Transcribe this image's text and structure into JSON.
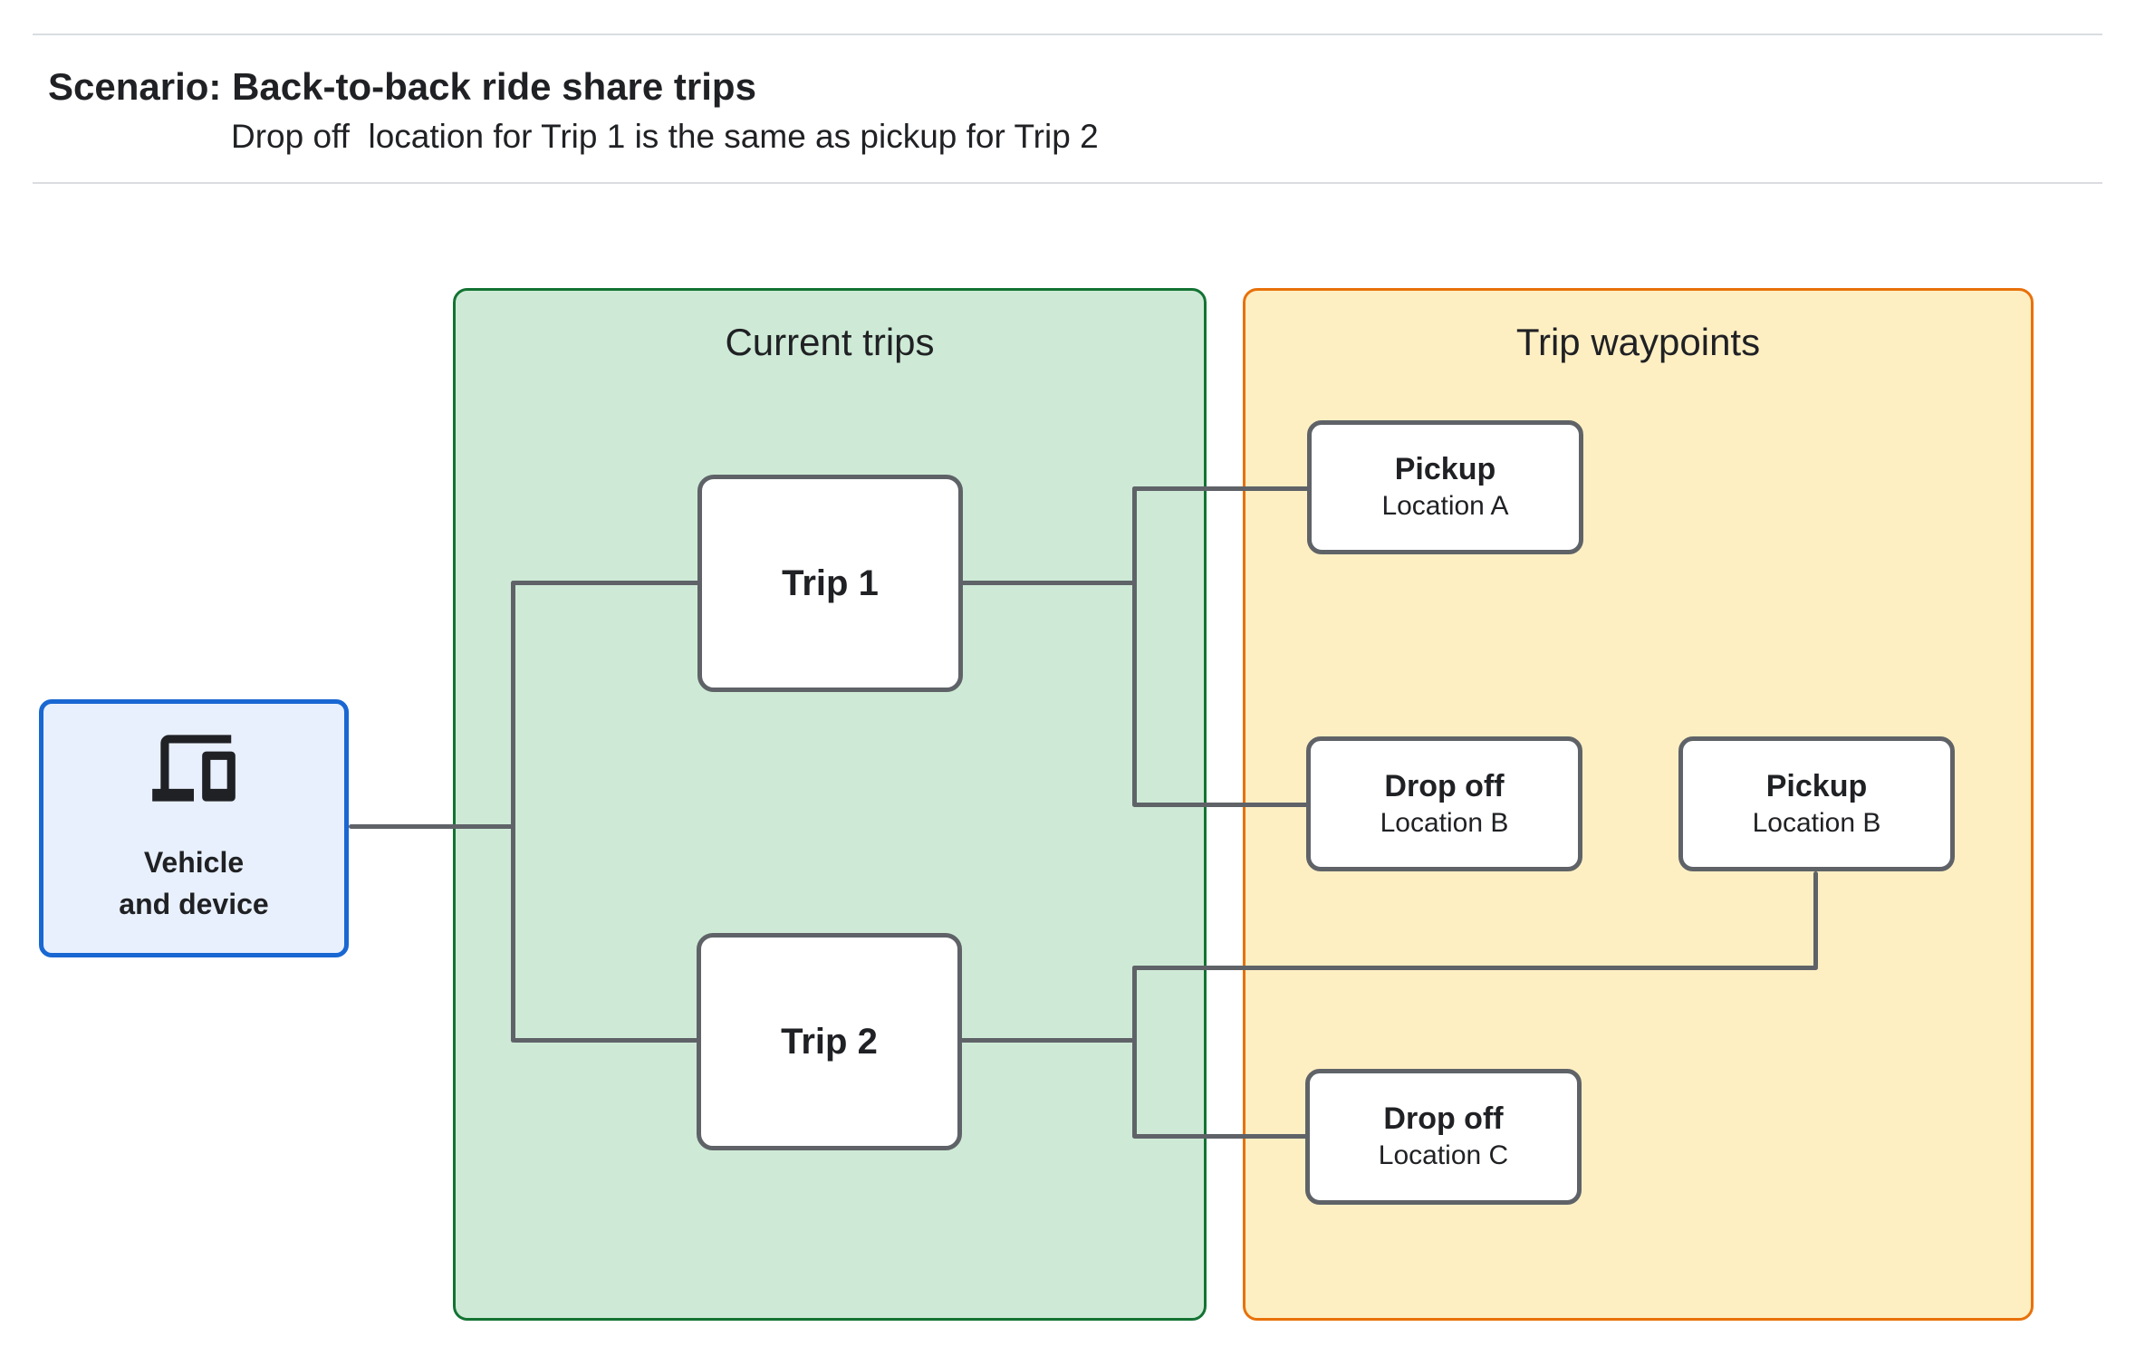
{
  "header": {
    "title": "Scenario: Back-to-back ride share trips",
    "subtitle": "Drop off  location for Trip 1 is the same as pickup for Trip 2"
  },
  "groups": {
    "current_trips": {
      "title": "Current trips"
    },
    "trip_waypoints": {
      "title": "Trip waypoints"
    }
  },
  "vehicle": {
    "icon": "devices-icon",
    "label_line1": "Vehicle",
    "label_line2": "and device"
  },
  "trips": [
    {
      "label": "Trip 1"
    },
    {
      "label": "Trip 2"
    }
  ],
  "waypoints": [
    {
      "title": "Pickup",
      "subtitle": "Location A"
    },
    {
      "title": "Drop off",
      "subtitle": "Location B"
    },
    {
      "title": "Pickup",
      "subtitle": "Location B"
    },
    {
      "title": "Drop off",
      "subtitle": "Location C"
    }
  ],
  "colors": {
    "text": "#202124",
    "divider": "#dadce0",
    "line_gray": "#5f6368",
    "blue_border": "#1967d2",
    "blue_fill": "#e8f0fe",
    "green_border": "#137333",
    "green_fill": "#ceead6",
    "orange_border": "#e8710a",
    "orange_fill": "#feefc3"
  }
}
